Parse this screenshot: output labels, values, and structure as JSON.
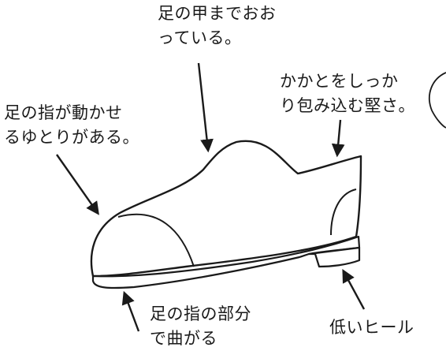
{
  "labels": {
    "instep": [
      "足の甲までおお",
      "っている。"
    ],
    "heel": [
      "かかとをしっか",
      "り包み込む堅さ。"
    ],
    "toes": [
      "足の指が動かせ",
      "るゆとりがある。"
    ],
    "bend": [
      "足の指の部分",
      "で曲がる"
    ],
    "low_heel": [
      "低いヒール"
    ]
  },
  "colors": {
    "ink": "#1a1a1a",
    "paper": "#ffffff"
  }
}
